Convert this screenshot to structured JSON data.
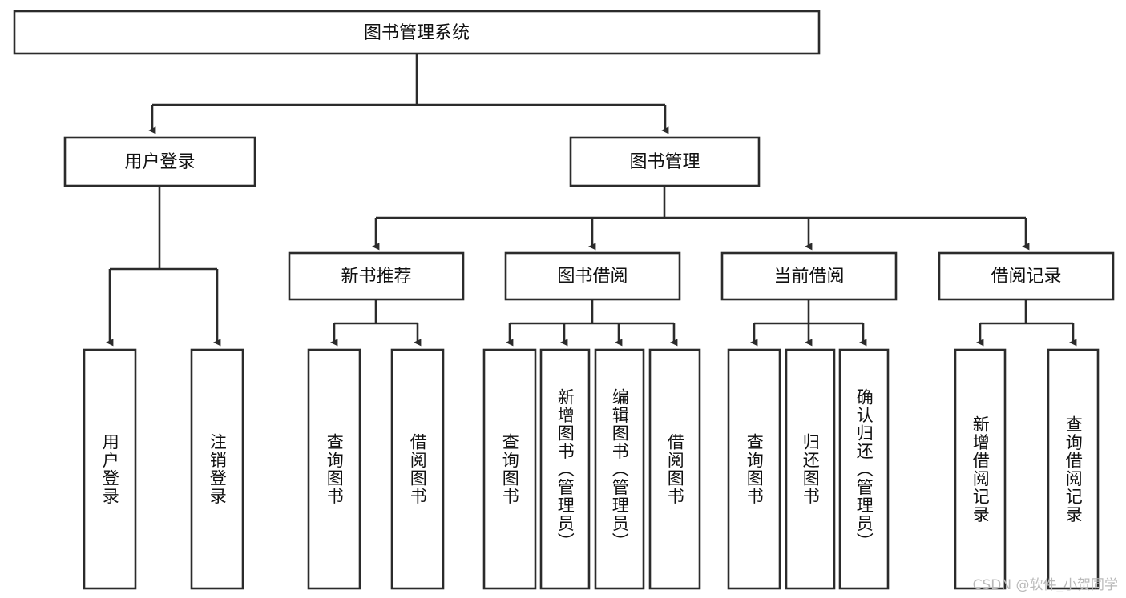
{
  "diagram": {
    "type": "tree-hierarchy-chart",
    "title": "图书管理系统",
    "watermark": "CSDN @软件_小贺同学",
    "colors": {
      "stroke": "#2b2b2b",
      "fill": "#ffffff",
      "text": "#111111",
      "watermark": "#b9b9b9"
    },
    "root": {
      "label": "图书管理系统"
    },
    "level2": [
      {
        "label": "用户登录"
      },
      {
        "label": "图书管理"
      }
    ],
    "level3": [
      {
        "label": "新书推荐"
      },
      {
        "label": "图书借阅"
      },
      {
        "label": "当前借阅"
      },
      {
        "label": "借阅记录"
      }
    ],
    "leaves": {
      "user_login": [
        {
          "label": "用户登录"
        },
        {
          "label": "注销登录"
        }
      ],
      "new_book_recommend": [
        {
          "label": "查询图书"
        },
        {
          "label": "借阅图书"
        }
      ],
      "book_borrow": [
        {
          "label": "查询图书"
        },
        {
          "label": "新增图书（管理员）"
        },
        {
          "label": "编辑图书（管理员）"
        },
        {
          "label": "借阅图书"
        }
      ],
      "current_borrow": [
        {
          "label": "查询图书"
        },
        {
          "label": "归还图书"
        },
        {
          "label": "确认归还（管理员）"
        }
      ],
      "borrow_records": [
        {
          "label": "新增借阅记录"
        },
        {
          "label": "查询借阅记录"
        }
      ]
    }
  }
}
